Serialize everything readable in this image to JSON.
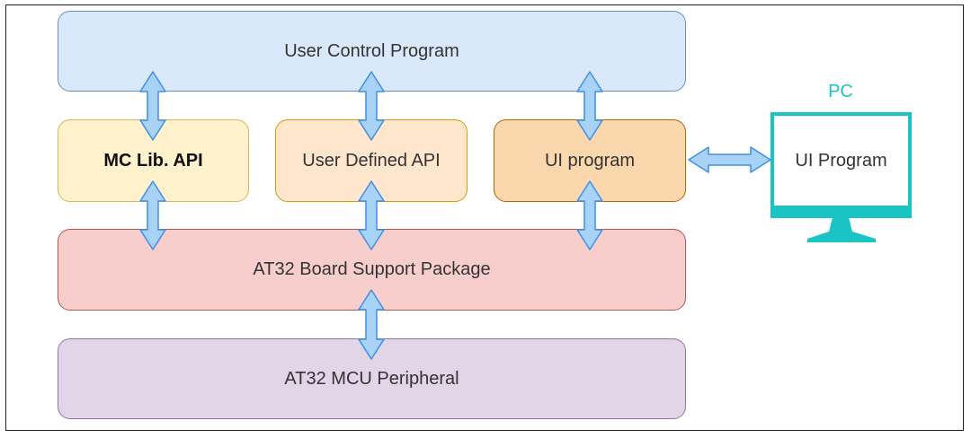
{
  "colors": {
    "user_control": {
      "fill": "#dae8fc",
      "stroke": "#6c8ebf"
    },
    "mc_lib": {
      "fill": "#fff2cc",
      "stroke": "#d6b656"
    },
    "user_defined": {
      "fill": "#ffe6cc",
      "stroke": "#d79b00"
    },
    "ui_program_box": {
      "fill": "#fad7ac",
      "stroke": "#b46504"
    },
    "bsp": {
      "fill": "#f8cecc",
      "stroke": "#b85450"
    },
    "mcu": {
      "fill": "#e1d5e7",
      "stroke": "#9673a6"
    },
    "arrow": {
      "fill": "#a9d2f7",
      "stroke": "#3e8fe6"
    },
    "pc": "#1bc4c4"
  },
  "boxes": {
    "user_control": "User Control Program",
    "mc_lib": "MC Lib. API",
    "user_defined": "User Defined API",
    "ui_program": "UI program",
    "bsp": "AT32 Board Support Package",
    "mcu": "AT32 MCU Peripheral"
  },
  "pc": {
    "title": "PC",
    "screen_label": "UI Program"
  }
}
